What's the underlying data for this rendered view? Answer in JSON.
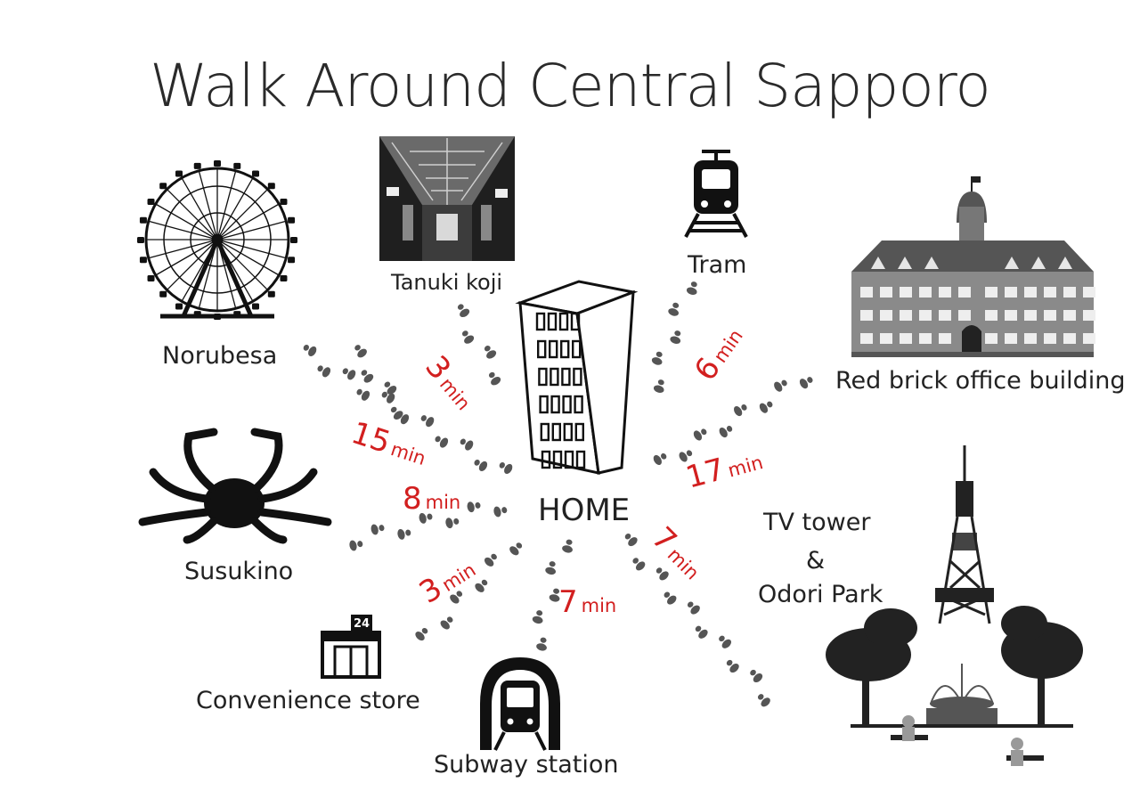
{
  "title": "Walk Around Central Sapporo",
  "home": {
    "label": "HOME"
  },
  "destinations": [
    {
      "id": "norubesa",
      "label": "Norubesa",
      "icon": "ferris-wheel-icon",
      "minutes": "15",
      "unit": "min"
    },
    {
      "id": "tanuki",
      "label": "Tanuki koji",
      "icon": "arcade-photo",
      "minutes": "3",
      "unit": "min"
    },
    {
      "id": "tram",
      "label": "Tram",
      "icon": "tram-icon",
      "minutes": "6",
      "unit": "min"
    },
    {
      "id": "redbrick",
      "label": "Red brick office building",
      "icon": "red-brick-building-icon",
      "minutes": "17",
      "unit": "min"
    },
    {
      "id": "tvtower",
      "label": [
        "TV tower",
        "&",
        "Odori Park"
      ],
      "icon": "tv-tower-park-icon",
      "minutes": "7",
      "unit": "min"
    },
    {
      "id": "subway",
      "label": "Subway station",
      "icon": "subway-train-icon",
      "minutes": "7",
      "unit": "min"
    },
    {
      "id": "convenience",
      "label": "Convenience store",
      "icon": "convenience-store-icon",
      "minutes": "3",
      "unit": "min",
      "badge": "24"
    },
    {
      "id": "susukino",
      "label": "Susukino",
      "icon": "crab-icon",
      "minutes": "8",
      "unit": "min"
    }
  ],
  "colors": {
    "time": "#d21f1f",
    "text": "#222222",
    "footprint": "#555555"
  }
}
